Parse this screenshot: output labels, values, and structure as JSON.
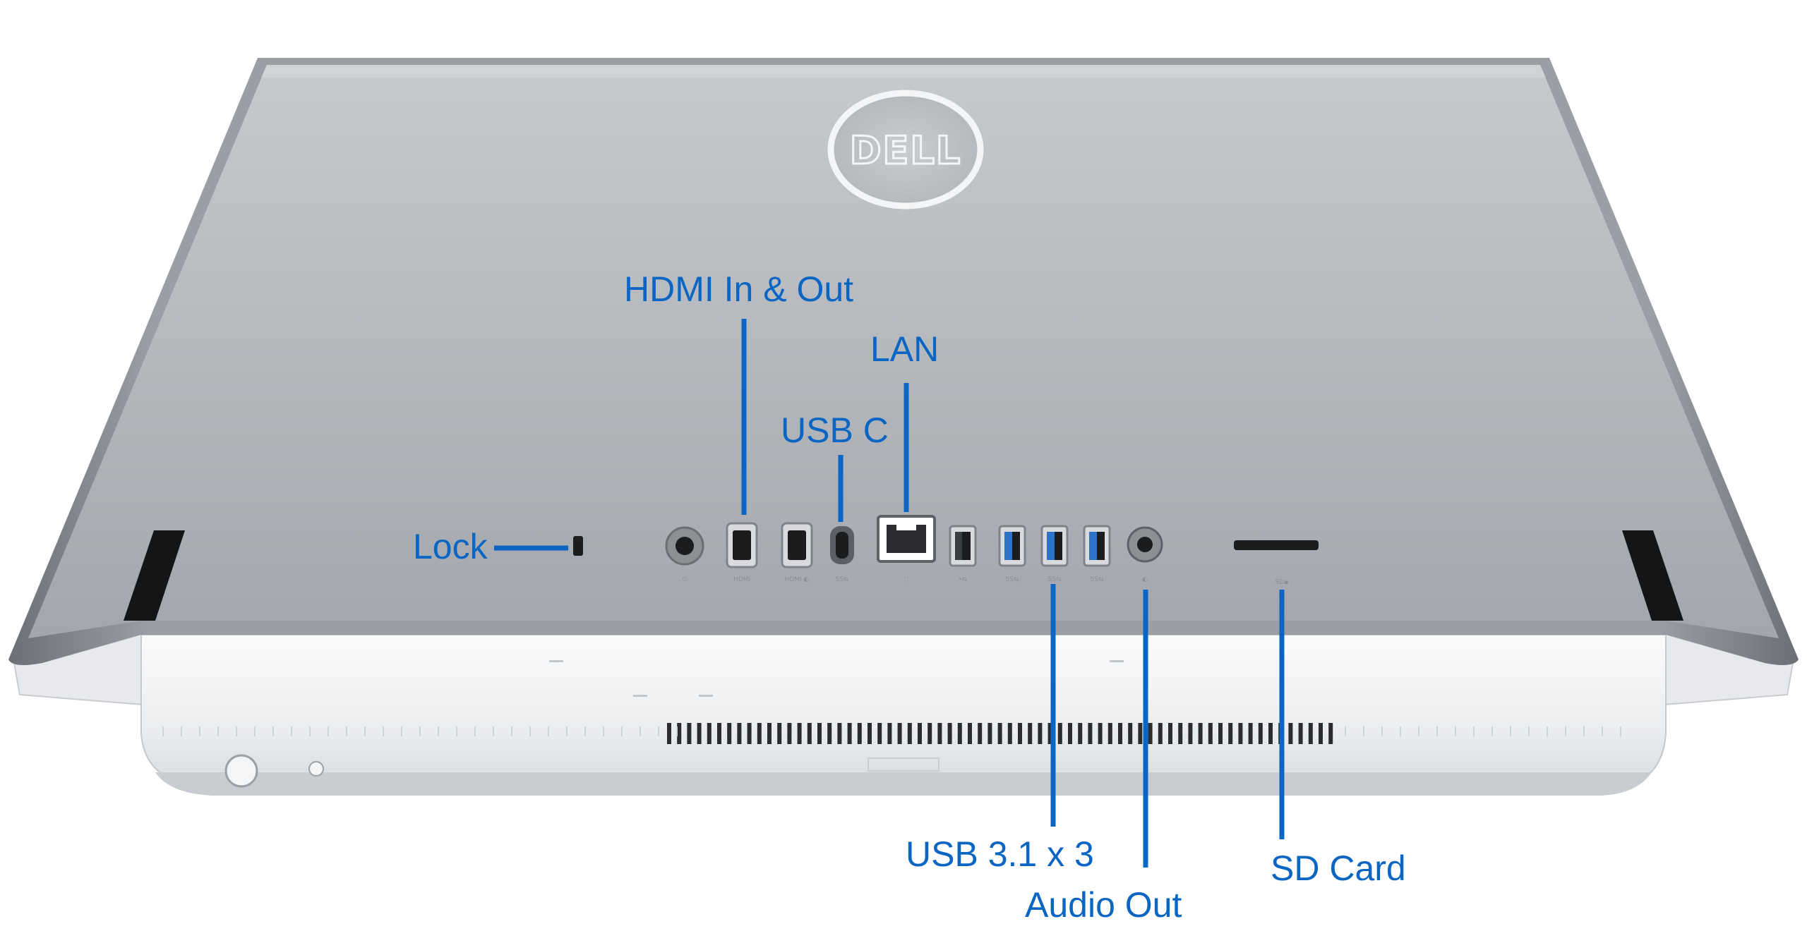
{
  "brand": {
    "logo_text": "DELL"
  },
  "callouts": {
    "lock": "Lock",
    "hdmi": "HDMI In & Out",
    "usb_c": "USB C",
    "lan": "LAN",
    "usb31": "USB 3.1 x 3",
    "audio": "Audio Out",
    "sd": "SD Card"
  },
  "port_markings": {
    "power": "⏻",
    "hdmi_in": "HDMI",
    "hdmi_out": "HDMI ◐",
    "usb_c": "SS⇆",
    "lan": "⛶",
    "usb2": "•⇆",
    "ss1": "SS⇆",
    "ss2": "SS⇆",
    "ss3": "SS⇆",
    "audio": "◐",
    "sd": "SD▪"
  },
  "colors": {
    "callout": "#0b66c3",
    "lid": "#b4b8bd",
    "base": "#eef0f2"
  }
}
